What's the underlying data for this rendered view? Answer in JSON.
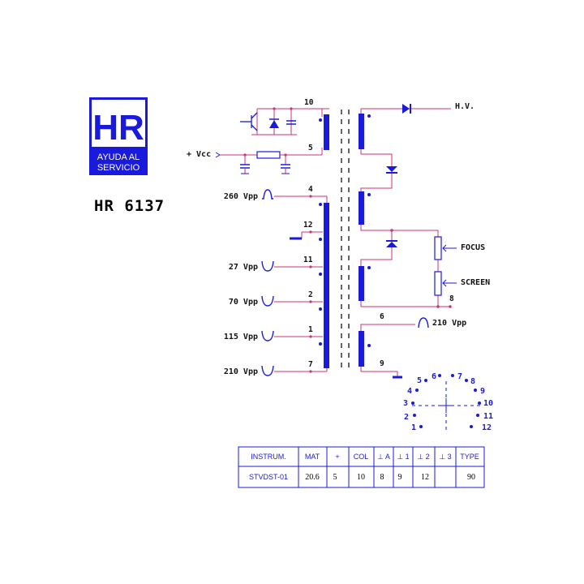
{
  "logo": {
    "initials": "HR",
    "line1": "AYUDA AL",
    "line2": "SERVICIO"
  },
  "model": "HR 6137",
  "supply_label": "+ Vcc",
  "hv_label": "H.V.",
  "focus_label": "FOCUS",
  "screen_label": "SCREEN",
  "left_pins": [
    {
      "pin": "10",
      "pulse": ""
    },
    {
      "pin": "5",
      "pulse": ""
    },
    {
      "pin": "4",
      "pulse": "260 Vpp"
    },
    {
      "pin": "12",
      "pulse": ""
    },
    {
      "pin": "11",
      "pulse": "27 Vpp"
    },
    {
      "pin": "2",
      "pulse": "70 Vpp"
    },
    {
      "pin": "1",
      "pulse": "115 Vpp"
    },
    {
      "pin": "7",
      "pulse": "210 Vpp"
    }
  ],
  "right_pins": [
    {
      "pin": "8"
    },
    {
      "pin": "6",
      "pulse": "210 Vpp"
    },
    {
      "pin": "9"
    }
  ],
  "pinout": [
    "1",
    "2",
    "3",
    "4",
    "5",
    "6",
    "7",
    "8",
    "9",
    "10",
    "11",
    "12"
  ],
  "table": {
    "headers": [
      "INSTRUM.",
      "MAT",
      "+",
      "COL",
      "⊥ A",
      "⊥ 1",
      "⊥ 2",
      "⊥ 3",
      "TYPE"
    ],
    "values": [
      "STVDST-01",
      "20.6",
      "5",
      "10",
      "8",
      "9",
      "12",
      "",
      "90"
    ]
  },
  "colors": {
    "wire": "#cc3377",
    "component": "#1a1adc",
    "text": "#111111"
  }
}
